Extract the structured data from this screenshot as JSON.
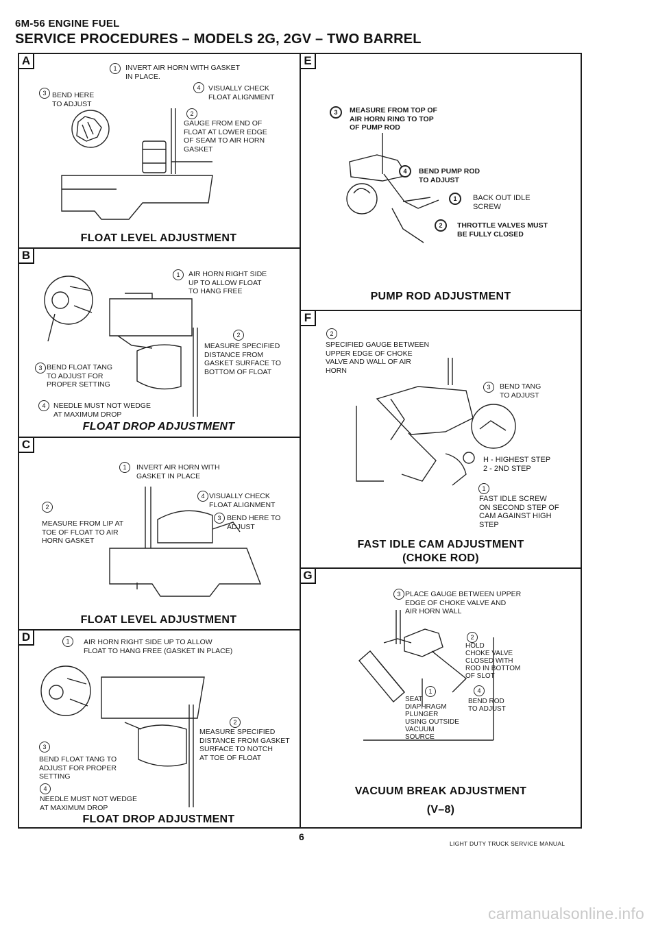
{
  "header": {
    "section": "6M-56 ENGINE FUEL",
    "title": "SERVICE PROCEDURES – MODELS 2G, 2GV – TWO BARREL"
  },
  "panels": {
    "A": {
      "letter": "A",
      "title": "FLOAT LEVEL ADJUSTMENT",
      "n1": "1",
      "note1": "INVERT AIR HORN WITH GASKET\nIN PLACE.",
      "n2": "2",
      "note2": "GAUGE FROM END OF\nFLOAT AT LOWER EDGE\nOF SEAM TO AIR HORN\nGASKET",
      "n3": "3",
      "note3": "BEND HERE\nTO ADJUST",
      "n4": "4",
      "note4": "VISUALLY CHECK\nFLOAT ALIGNMENT"
    },
    "B": {
      "letter": "B",
      "title": "FLOAT DROP ADJUSTMENT",
      "n1": "1",
      "note1": "AIR HORN RIGHT SIDE\nUP TO ALLOW FLOAT\nTO HANG FREE",
      "n2": "2",
      "note2": "MEASURE SPECIFIED\nDISTANCE FROM\nGASKET SURFACE TO\nBOTTOM OF FLOAT",
      "n3": "3",
      "note3": "BEND FLOAT TANG\nTO ADJUST FOR\nPROPER SETTING",
      "n4": "4",
      "note4": "NEEDLE MUST NOT WEDGE\nAT MAXIMUM DROP"
    },
    "C": {
      "letter": "C",
      "title": "FLOAT LEVEL ADJUSTMENT",
      "n1": "1",
      "note1": "INVERT AIR HORN WITH\nGASKET IN PLACE",
      "n2": "2",
      "note2": "MEASURE FROM LIP AT\nTOE OF FLOAT TO AIR\nHORN GASKET",
      "n3": "3",
      "note3": "BEND HERE TO\nADJUST",
      "n4": "4",
      "note4": "VISUALLY CHECK\nFLOAT ALIGNMENT"
    },
    "D": {
      "letter": "D",
      "title": "FLOAT DROP ADJUSTMENT",
      "n1": "1",
      "note1": "AIR HORN RIGHT SIDE UP TO ALLOW\nFLOAT TO HANG FREE (GASKET IN PLACE)",
      "n2": "2",
      "note2": "MEASURE SPECIFIED\nDISTANCE FROM GASKET\nSURFACE TO NOTCH\nAT TOE OF FLOAT",
      "n3": "3",
      "note3": "BEND FLOAT TANG TO\nADJUST FOR PROPER\nSETTING",
      "n4": "4",
      "note4": "NEEDLE MUST NOT WEDGE\nAT MAXIMUM DROP"
    },
    "E": {
      "letter": "E",
      "title": "PUMP ROD ADJUSTMENT",
      "n1": "1",
      "note1": "BACK OUT IDLE\nSCREW",
      "n2": "2",
      "note2": "THROTTLE VALVES MUST\nBE FULLY CLOSED",
      "n3": "3",
      "note3": "MEASURE FROM TOP OF\nAIR HORN RING TO TOP\nOF PUMP ROD",
      "n4": "4",
      "note4": "BEND PUMP ROD\nTO ADJUST"
    },
    "F": {
      "letter": "F",
      "title": "FAST IDLE CAM ADJUSTMENT\n(CHOKE ROD)",
      "n1": "1",
      "note1": "FAST IDLE SCREW\nON SECOND STEP OF\nCAM AGAINST HIGH\nSTEP",
      "n2": "2",
      "note2": "SPECIFIED GAUGE BETWEEN\nUPPER EDGE OF CHOKE\nVALVE AND WALL OF AIR\nHORN",
      "n3": "3",
      "note3": "BEND TANG\nTO ADJUST",
      "steps": "H - HIGHEST STEP\n2 - 2ND STEP"
    },
    "G": {
      "letter": "G",
      "title": "VACUUM BREAK ADJUSTMENT\n(V–8)",
      "n1": "1",
      "note1": "SEAT\nDIAPHRAGM\nPLUNGER\nUSING OUTSIDE\nVACUUM\nSOURCE",
      "n2": "2",
      "note2": "HOLD\nCHOKE VALVE\nCLOSED WITH\nROD IN BOTTOM\nOF SLOT",
      "n3": "3",
      "note3": "PLACE GAUGE BETWEEN UPPER\nEDGE OF CHOKE VALVE AND\nAIR HORN WALL",
      "n4": "4",
      "note4": "BEND ROD\nTO ADJUST"
    }
  },
  "footer": {
    "page": "6",
    "manual": "LIGHT DUTY TRUCK SERVICE MANUAL"
  },
  "watermark": "carmanualsonline.info"
}
